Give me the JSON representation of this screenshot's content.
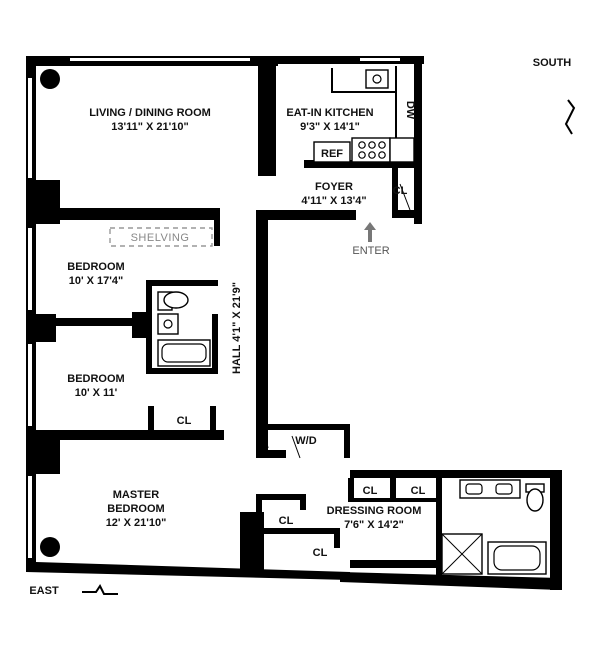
{
  "compass": {
    "south": "SOUTH",
    "east": "EAST"
  },
  "rooms": {
    "living": {
      "name": "LIVING / DINING ROOM",
      "size": "13'11\" X 21'10\""
    },
    "kitchen": {
      "name": "EAT-IN KITCHEN",
      "size": "9'3\" X 14'1\""
    },
    "foyer": {
      "name": "FOYER",
      "size": "4'11\" X 13'4\""
    },
    "bedroom1": {
      "name": "BEDROOM",
      "size": "10' X 17'4\""
    },
    "bedroom2": {
      "name": "BEDROOM",
      "size": "10' X 11'"
    },
    "master": {
      "name": "MASTER",
      "name2": "BEDROOM",
      "size": "12' X 21'10\""
    },
    "dressing": {
      "name": "DRESSING ROOM",
      "size": "7'6\" X 14'2\""
    },
    "hall": {
      "label": "HALL 4'1\" X 21'9\""
    }
  },
  "labels": {
    "shelving": "SHELVING",
    "enter": "ENTER",
    "dw": "DW",
    "ref": "REF",
    "wd": "W/D",
    "cl": "CL"
  }
}
